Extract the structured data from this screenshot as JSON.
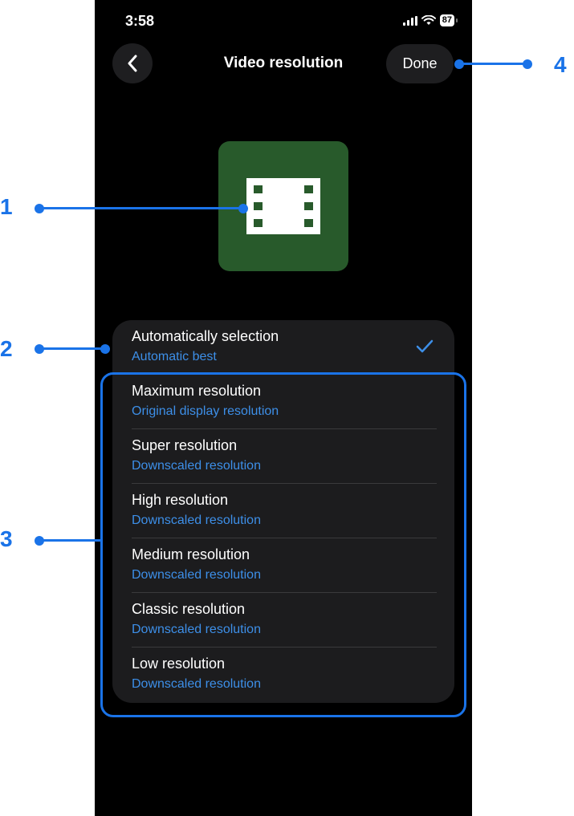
{
  "status_bar": {
    "time": "3:58",
    "battery": "87"
  },
  "nav": {
    "title": "Video resolution",
    "done_label": "Done"
  },
  "options": [
    {
      "title": "Automatically selection",
      "subtitle": "Automatic best",
      "selected": true
    },
    {
      "title": "Maximum resolution",
      "subtitle": "Original display resolution"
    },
    {
      "title": "Super resolution",
      "subtitle": "Downscaled resolution"
    },
    {
      "title": "High resolution",
      "subtitle": "Downscaled resolution"
    },
    {
      "title": "Medium resolution",
      "subtitle": "Downscaled resolution"
    },
    {
      "title": "Classic resolution",
      "subtitle": "Downscaled resolution"
    },
    {
      "title": "Low resolution",
      "subtitle": "Downscaled resolution"
    }
  ],
  "annotations": {
    "a1": "1",
    "a2": "2",
    "a3": "3",
    "a4": "4"
  },
  "colors": {
    "accent": "#3d8fe8",
    "tile": "#285a2b",
    "annotation": "#1a73e8"
  },
  "icons": {
    "back": "chevron-left-icon",
    "film": "film-icon",
    "check": "checkmark-icon"
  }
}
